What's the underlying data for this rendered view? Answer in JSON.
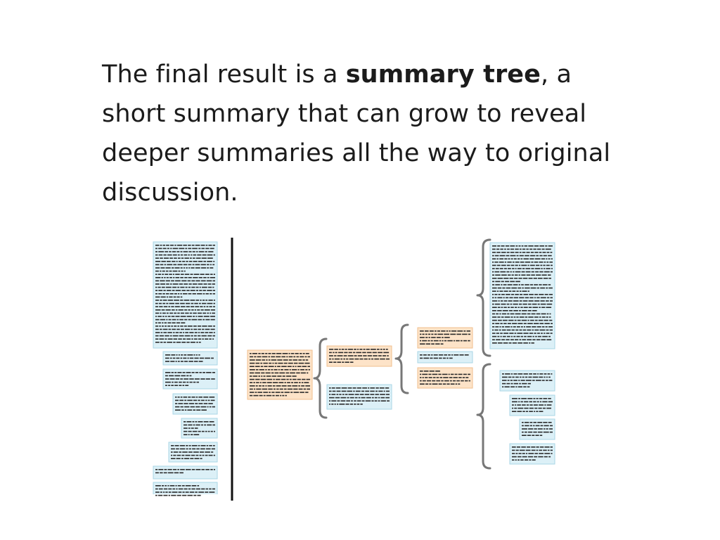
{
  "caption": {
    "before": "The final result is a ",
    "emphasis": "summary tree",
    "after": ", a short summary that can grow to reveal deeper summaries all the way to original discussion."
  },
  "colors": {
    "text": "#1b1b1b",
    "original_box": "#dcf0f7",
    "summary_box": "#fde3c8",
    "brace": "#777777",
    "divider": "#111111"
  }
}
